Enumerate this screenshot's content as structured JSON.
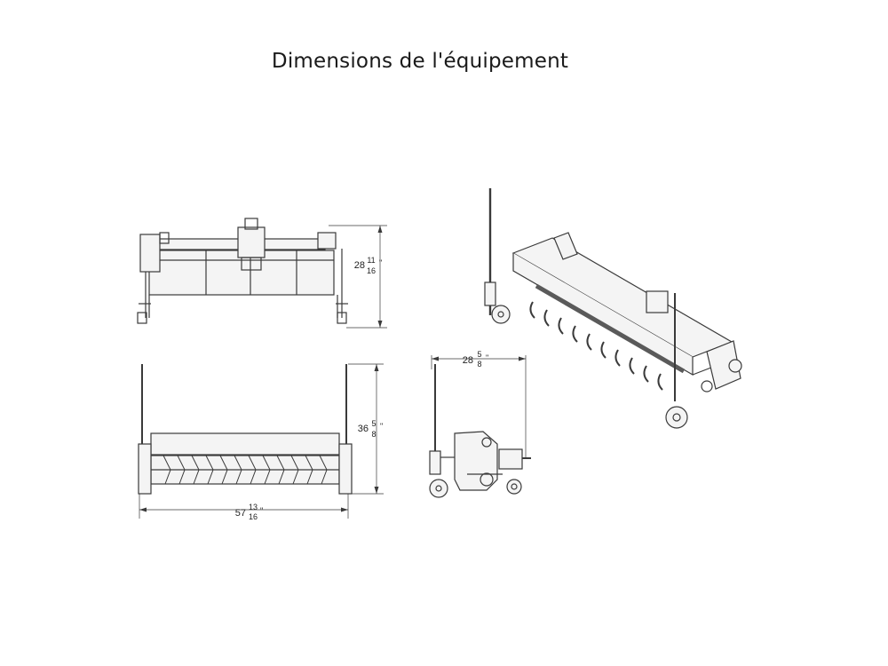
{
  "page": {
    "title": "Dimensions de l'équipement"
  },
  "dimensions": {
    "top_view_depth": {
      "whole": "28",
      "num": "11",
      "den": "16",
      "unit": "\""
    },
    "front_view_height": {
      "whole": "36",
      "num": "5",
      "den": "8",
      "unit": "\""
    },
    "front_view_width": {
      "whole": "57",
      "num": "13",
      "den": "16",
      "unit": "\""
    },
    "side_view_width": {
      "whole": "28",
      "num": "5",
      "den": "8",
      "unit": "\""
    }
  },
  "colors": {
    "line": "#3a3a3a",
    "fill": "#f4f4f4",
    "ink": "#222222"
  }
}
